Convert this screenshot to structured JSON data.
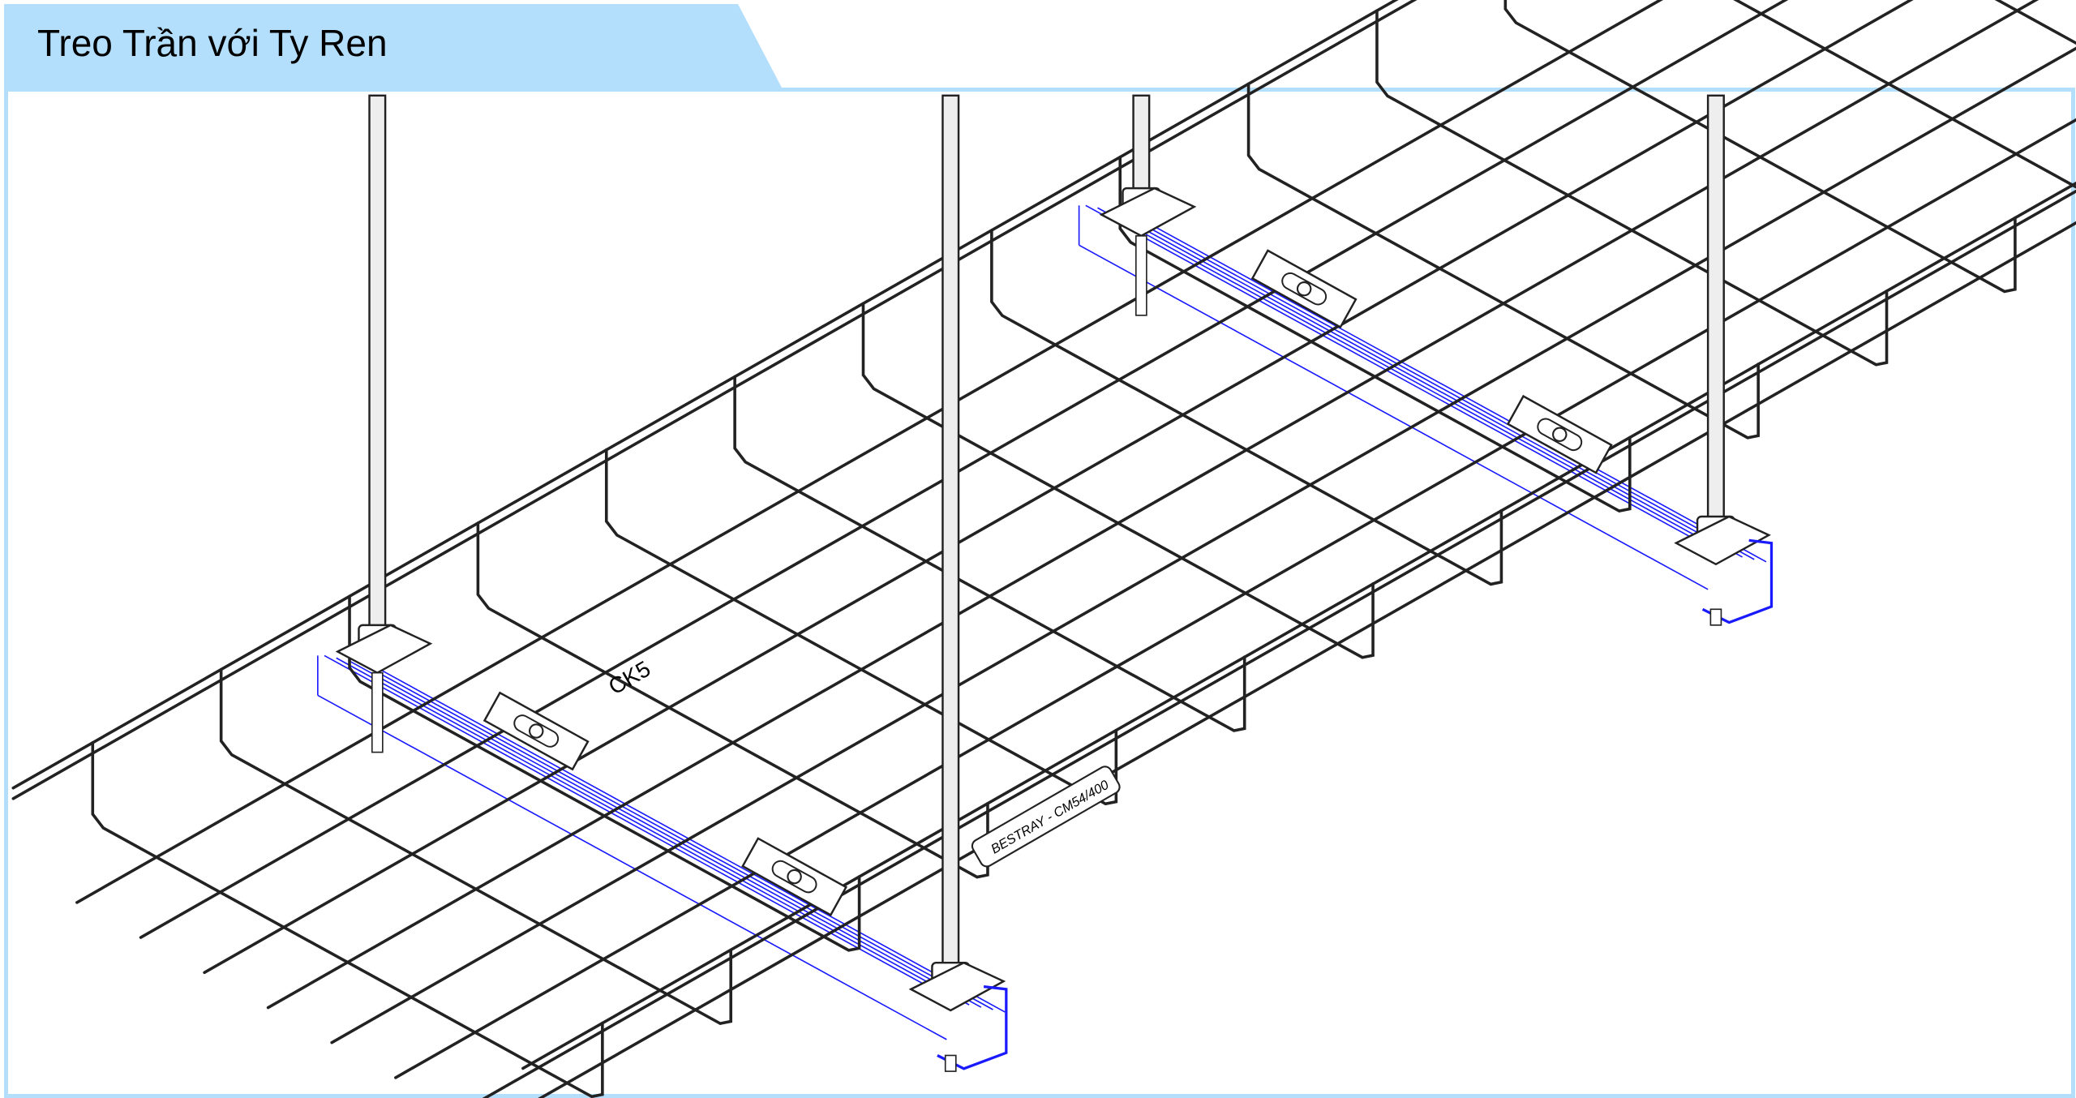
{
  "header": {
    "title": "Treo Trần với Ty Ren"
  },
  "drawing": {
    "tray_code_label": "CK5",
    "product_label": "BESTRAY - CM54/400"
  },
  "colors": {
    "accent": "#b3dffc",
    "support_lines": "#1a1aff",
    "wire": "#222222"
  }
}
